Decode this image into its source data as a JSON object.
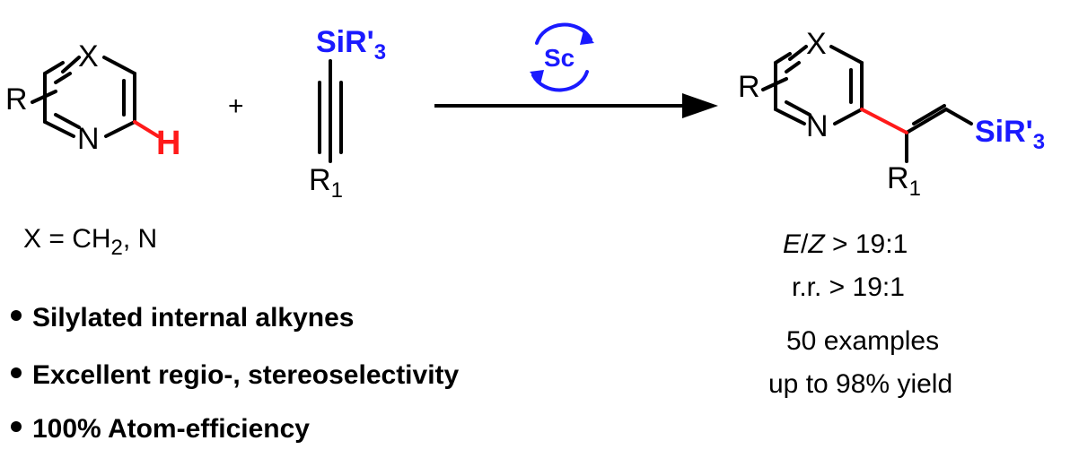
{
  "colors": {
    "blue": "#1a1aff",
    "red": "#ff1a1a",
    "black": "#000000"
  },
  "reactant1": {
    "r_label": "R",
    "x_label": "X",
    "n_label": "N",
    "h_label": "H",
    "x_def_prefix": "X = CH",
    "x_def_sub": "2",
    "x_def_suffix": ", N"
  },
  "plus": "+",
  "reactant2": {
    "si_label": "SiR'",
    "si_sub": "3",
    "r1_label": "R",
    "r1_sub": "1"
  },
  "catalyst": "Sc",
  "product": {
    "r_label": "R",
    "x_label": "X",
    "n_label": "N",
    "si_label": "SiR'",
    "si_sub": "3",
    "r1_label": "R",
    "r1_sub": "1"
  },
  "selectivity": {
    "ez_e": "E",
    "ez_slash": "/",
    "ez_z": "Z",
    "ez_value": " > 19:1",
    "rr": "r.r. > 19:1",
    "examples": "50 examples",
    "yield": "up to 98% yield"
  },
  "bullets": [
    "Silylated internal alkynes",
    "Excellent regio-, stereoselectivity",
    "100% Atom-efficiency"
  ]
}
